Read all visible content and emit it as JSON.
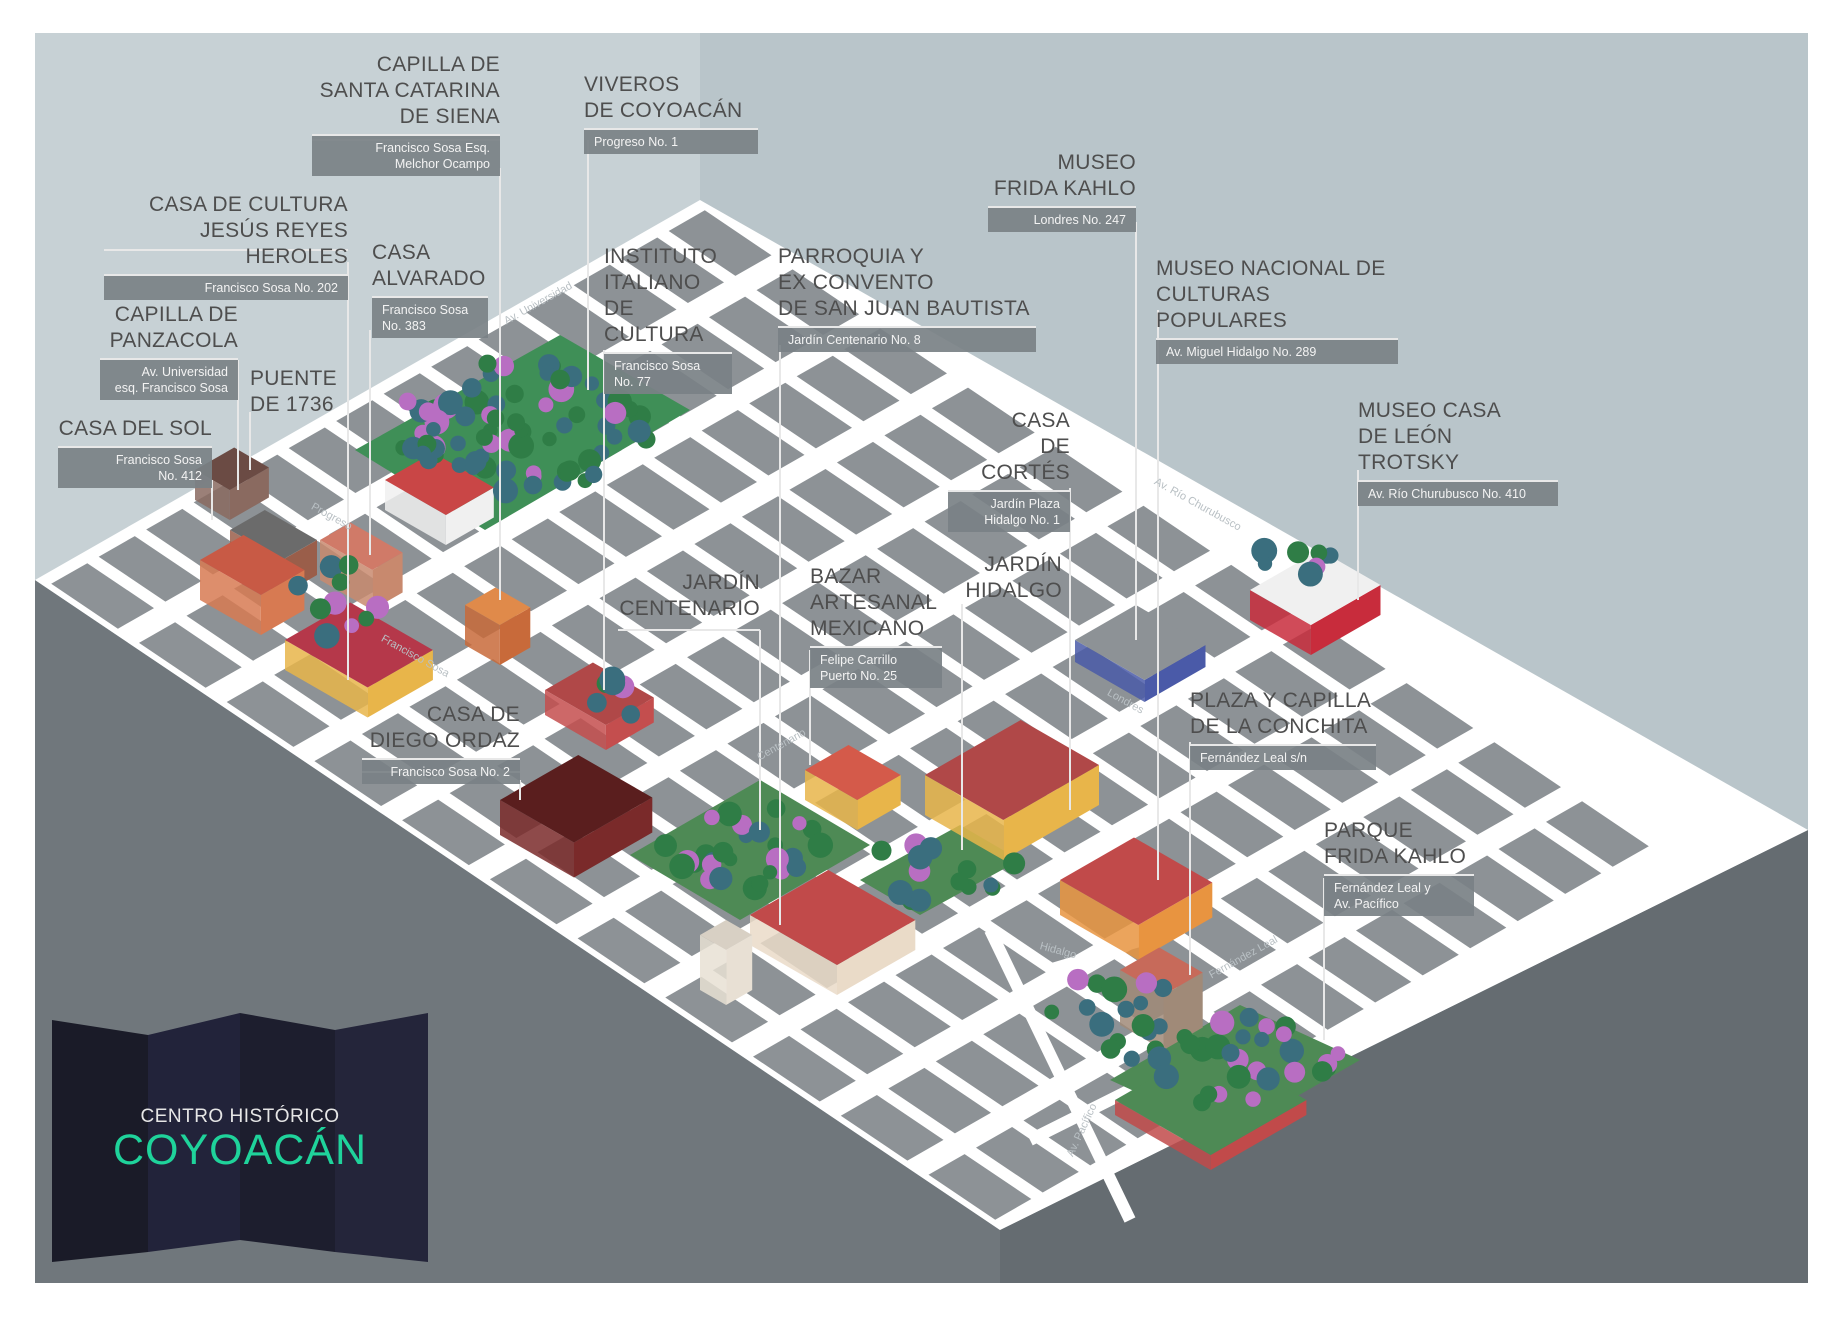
{
  "title": {
    "subtitle": "CENTRO HISTÓRICO",
    "main": "COYOACÁN"
  },
  "colors": {
    "sky": "#c4cfd3",
    "sky_dark": "#b3bec3",
    "ground": "#6f767b",
    "block": "#8d9296",
    "street": "#ffffff",
    "label_text": "#4e4e4e",
    "address_bg": "#7a8186",
    "title_bg": "#1b1c2b",
    "title_accent": "#1fd39b",
    "tree": "#2f7d46",
    "jacaranda": "#b86ec2",
    "building_red": "#c13d3f",
    "building_orange": "#e89440"
  },
  "streets": {
    "universidad": "Av. Universidad",
    "progreso": "Progreso",
    "francisco_sosa": "Francisco Sosa",
    "centenario": "Centenario",
    "londres": "Londres",
    "rio_churubusco": "Av. Río Churubusco",
    "hidalgo": "Hidalgo",
    "fernandez_leal": "Fernández Leal",
    "pacifico": "Av. Pacífico"
  },
  "labels": {
    "capilla_santa_catarina": {
      "name": "CAPILLA DE\nSANTA CATARINA\nDE SIENA",
      "address": "Francisco Sosa Esq.\nMelchor Ocampo"
    },
    "viveros": {
      "name": "VIVEROS\nDE COYOACÁN",
      "address": "Progreso No. 1"
    },
    "casa_cultura": {
      "name": "CASA DE CULTURA\nJESÚS REYES HEROLES",
      "address": "Francisco Sosa No. 202"
    },
    "casa_alvarado": {
      "name": "CASA\nALVARADO",
      "address": "Francisco Sosa\nNo. 383"
    },
    "capilla_panzacola": {
      "name": "CAPILLA DE\nPANZACOLA",
      "address": "Av. Universidad\nesq. Francisco Sosa"
    },
    "puente_1736": {
      "name": "PUENTE\nDE 1736",
      "address": ""
    },
    "casa_sol": {
      "name": "CASA DEL SOL",
      "address": "Francisco Sosa\nNo. 412"
    },
    "instituto_italiano": {
      "name": "INSTITUTO\nITALIANO\nDE CULTURA",
      "address": "Francisco Sosa\nNo. 77"
    },
    "parroquia": {
      "name": "PARROQUIA Y\nEX CONVENTO\nDE SAN JUAN BAUTISTA",
      "address": "Jardín Centenario No. 8"
    },
    "museo_frida": {
      "name": "MUSEO\nFRIDA KAHLO",
      "address": "Londres No. 247"
    },
    "museo_culturas": {
      "name": "MUSEO NACIONAL DE\nCULTURAS POPULARES",
      "address": "Av. Miguel Hidalgo No. 289"
    },
    "casa_cortes": {
      "name": "CASA\nDE CORTÉS",
      "address": "Jardín Plaza\nHidalgo No. 1"
    },
    "museo_trotsky": {
      "name": "MUSEO CASA\nDE LEÓN TROTSKY",
      "address": "Av. Río Churubusco No. 410"
    },
    "jardin_centenario": {
      "name": "JARDÍN\nCENTENARIO",
      "address": ""
    },
    "bazar": {
      "name": "BAZAR\nARTESANAL\nMEXICANO",
      "address": "Felipe Carrillo\nPuerto No. 25"
    },
    "jardin_hidalgo": {
      "name": "JARDÍN\nHIDALGO",
      "address": ""
    },
    "diego_ordaz": {
      "name": "CASA DE\nDIEGO ORDAZ",
      "address": "Francisco Sosa No. 2"
    },
    "conchita": {
      "name": "PLAZA Y CAPILLA\nDE LA CONCHITA",
      "address": "Fernández Leal s/n"
    },
    "parque_frida": {
      "name": "PARQUE\nFRIDA KAHLO",
      "address": "Fernández Leal y\nAv. Pacífico"
    }
  }
}
